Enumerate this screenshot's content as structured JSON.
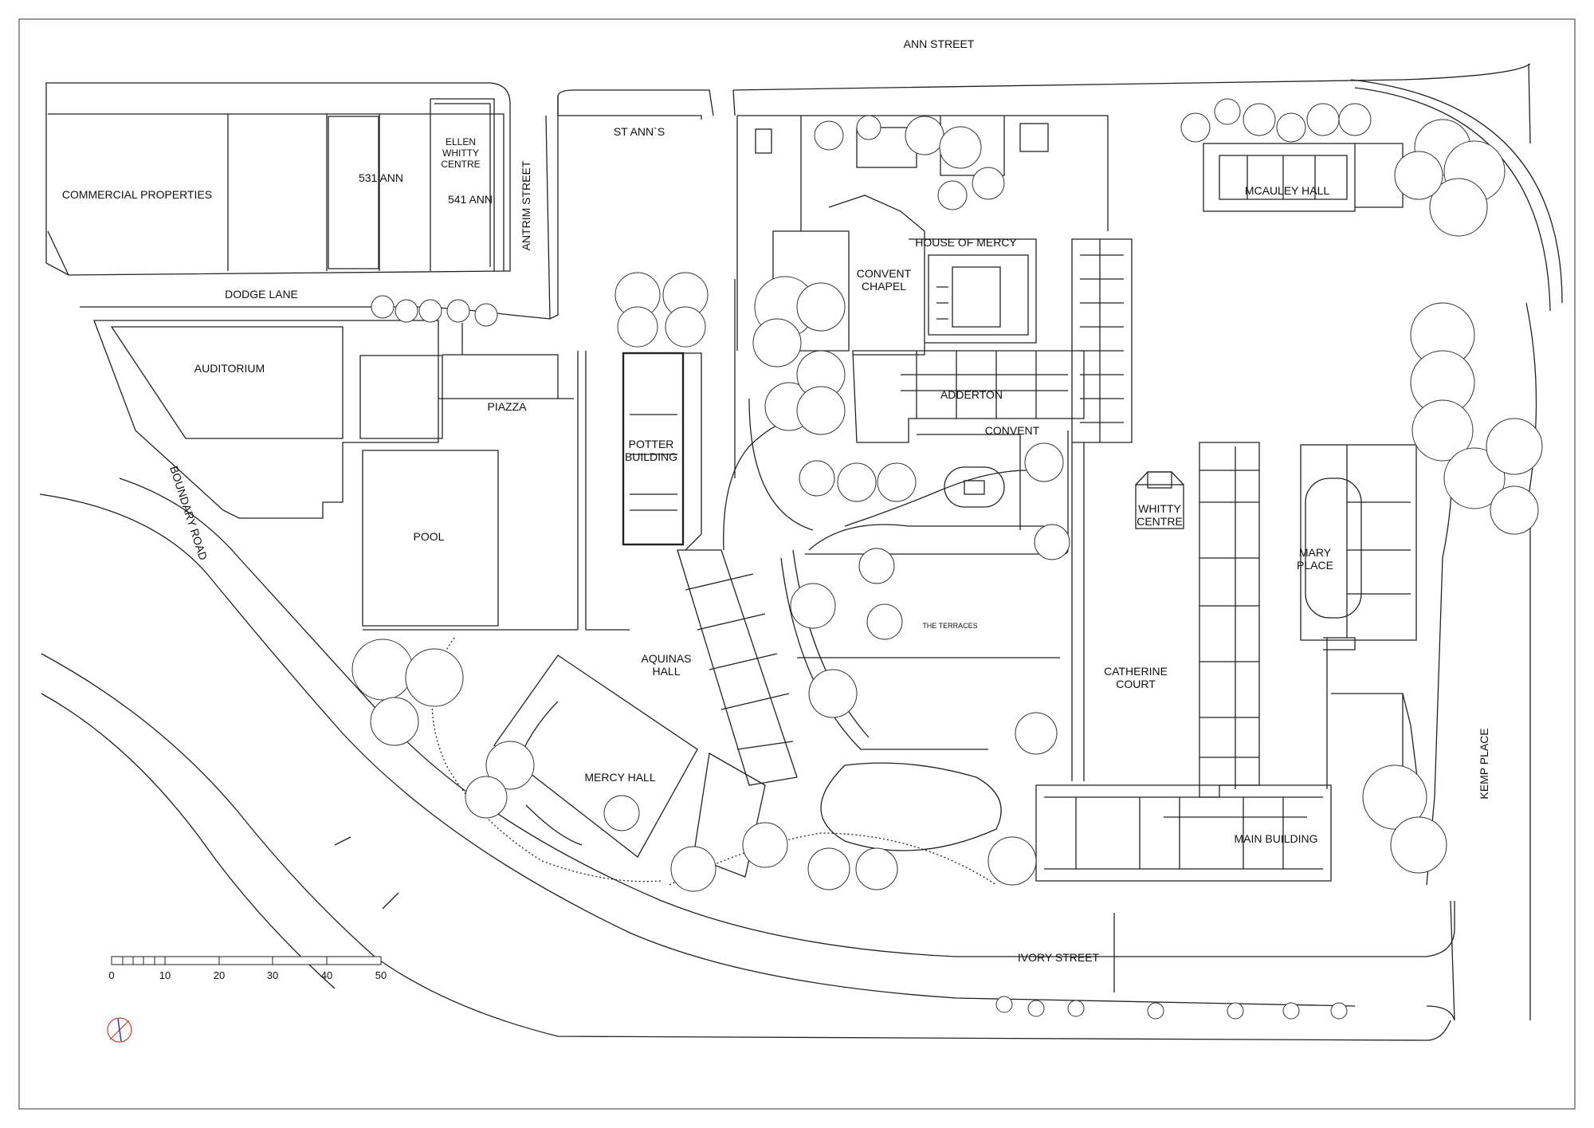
{
  "map": {
    "streets": {
      "ann_street": "ANN STREET",
      "antrim_street": "ANTRIM STREET",
      "dodge_lane": "DODGE LANE",
      "boundary_road": "BOUNDARY ROAD",
      "ivory_street": "IVORY STREET",
      "kemp_place": "KEMP PLACE"
    },
    "buildings": {
      "commercial_properties": "COMMERCIAL PROPERTIES",
      "ann_531": "531 ANN",
      "ellen_whitty_1": "ELLEN",
      "ellen_whitty_2": "WHITTY",
      "ellen_whitty_3": "CENTRE",
      "ann_541": "541 ANN",
      "st_anns": "ST ANN`S",
      "house_of_mercy": "HOUSE OF MERCY",
      "convent_chapel_1": "CONVENT",
      "convent_chapel_2": "CHAPEL",
      "mcauley_hall": "MCAULEY HALL",
      "auditorium": "AUDITORIUM",
      "piazza": "PIAZZA",
      "potter_1": "POTTER",
      "potter_2": "BUILDING",
      "adderton": "ADDERTON",
      "convent": "CONVENT",
      "pool": "POOL",
      "whitty_centre_1": "WHITTY",
      "whitty_centre_2": "CENTRE",
      "mary_place_1": "MARY",
      "mary_place_2": "PLACE",
      "the_terraces": "THE TERRACES",
      "aquinas_1": "AQUINAS",
      "aquinas_2": "HALL",
      "catherine_court_1": "CATHERINE",
      "catherine_court_2": "COURT",
      "mercy_hall": "MERCY HALL",
      "main_building": "MAIN BUILDING"
    },
    "scale_bar": {
      "ticks": [
        "0",
        "10",
        "20",
        "30",
        "40",
        "50"
      ]
    },
    "north_arrow_icon": "compass-rose-icon"
  }
}
